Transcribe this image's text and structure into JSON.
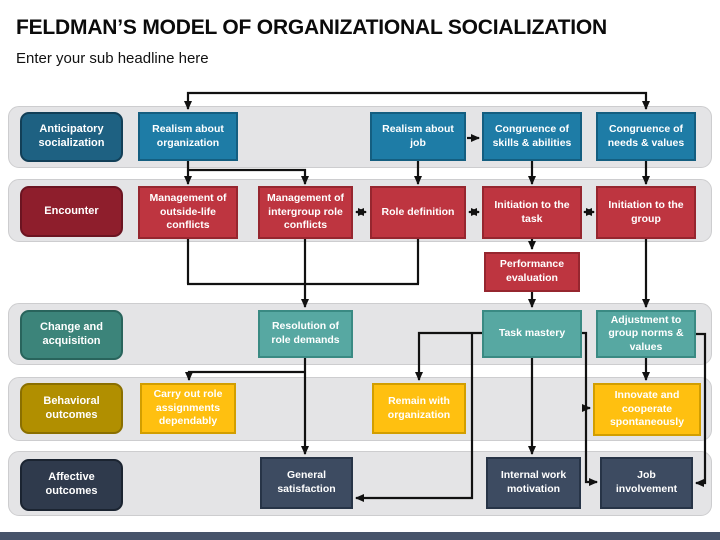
{
  "slide": {
    "title": "FELDMAN’S MODEL OF ORGANIZATIONAL SOCIALIZATION",
    "subtitle": "Enter your sub headline here"
  },
  "rows": [
    {
      "label": "Anticipatory socialization",
      "boxes": [
        "Realism about organization",
        "Realism about job",
        "Congruence of skills & abilities",
        "Congruence of needs & values"
      ]
    },
    {
      "label": "Encounter",
      "boxes": [
        "Management of outside-life conflicts",
        "Management of intergroup role conflicts",
        "Role definition",
        "Initiation to the task",
        "Initiation to the group"
      ]
    },
    {
      "label": "Change and acquisition",
      "boxes": [
        "Resolution of role demands",
        "Task mastery",
        "Adjustment to group norms & values"
      ]
    },
    {
      "label": "Behavioral outcomes",
      "boxes": [
        "Carry out role assignments dependably",
        "Remain with organization",
        "Innovate and cooperate spontaneously"
      ]
    },
    {
      "label": "Affective outcomes",
      "boxes": [
        "General satisfaction",
        "Internal work motivation",
        "Job involvement"
      ]
    }
  ],
  "floating_box": "Performance evaluation",
  "colors": {
    "stage1_box": "#1e7ca6",
    "stage1_label": "#1e6182",
    "stage2_box": "#be3540",
    "stage2_label": "#8e1e2c",
    "stage3_box": "#57a8a2",
    "stage3_label": "#3c847a",
    "stage4_box": "#ffc010",
    "stage4_label": "#b18f00",
    "stage5_box": "#3d4b61",
    "stage5_label": "#2f3a4c",
    "band_background": "#e4e4e6",
    "connector": "#111111",
    "footer_bar": "#46536a"
  }
}
